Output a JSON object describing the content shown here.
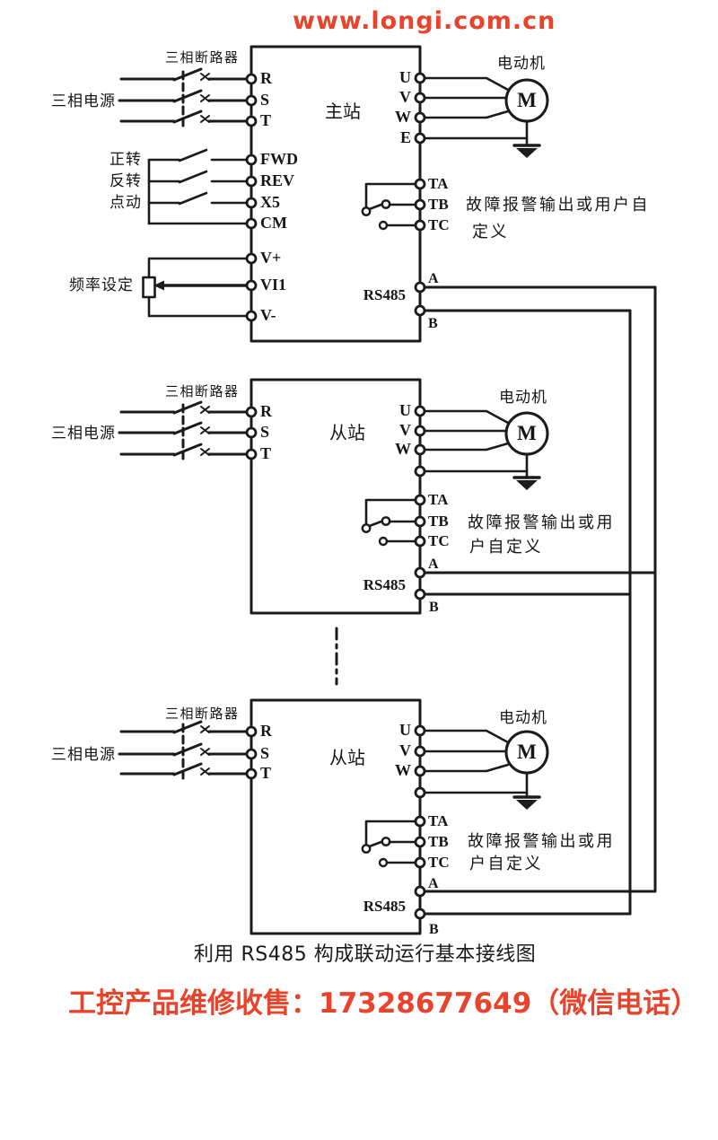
{
  "header": {
    "url": "www.longi.com.cn"
  },
  "caption": "利用 RS485 构成联动运行基本接线图",
  "footer_ad": "工控产品维修收售：17328677649（微信电话）",
  "colors": {
    "accent_red": "#e8432b",
    "line": "#1b1b1b",
    "background": "#ffffff"
  },
  "shared": {
    "breaker_label": "三相断路器",
    "source_label": "三相电源",
    "motor_label": "电动机",
    "motor_letter": "M",
    "rs485_label": "RS485",
    "bus_a": "A",
    "bus_b": "B"
  },
  "master": {
    "name": "主站",
    "in_terminals": [
      "R",
      "S",
      "T"
    ],
    "ctrl_labels": [
      "正转",
      "反转",
      "点动"
    ],
    "ctrl_terminals": [
      "FWD",
      "REV",
      "X5",
      "CM"
    ],
    "freq_label": "频率设定",
    "analog_terminals": [
      "V+",
      "VI1",
      "V-"
    ],
    "out_terminals": [
      "U",
      "V",
      "W",
      "E"
    ],
    "relay_terminals": [
      "TA",
      "TB",
      "TC"
    ],
    "alarm_line1": "故障报警输出或用户自",
    "alarm_line2": "定义"
  },
  "slave1": {
    "name": "从站",
    "in_terminals": [
      "R",
      "S",
      "T"
    ],
    "out_terminals": [
      "U",
      "V",
      "W"
    ],
    "relay_terminals": [
      "TA",
      "TB",
      "TC"
    ],
    "alarm_line1": "故障报警输出或用",
    "alarm_line2": "户自定义"
  },
  "slave2": {
    "name": "从站",
    "in_terminals": [
      "R",
      "S",
      "T"
    ],
    "out_terminals": [
      "U",
      "V",
      "W"
    ],
    "relay_terminals": [
      "TA",
      "TB",
      "TC"
    ],
    "alarm_line1": "故障报警输出或用",
    "alarm_line2": "户自定义"
  }
}
